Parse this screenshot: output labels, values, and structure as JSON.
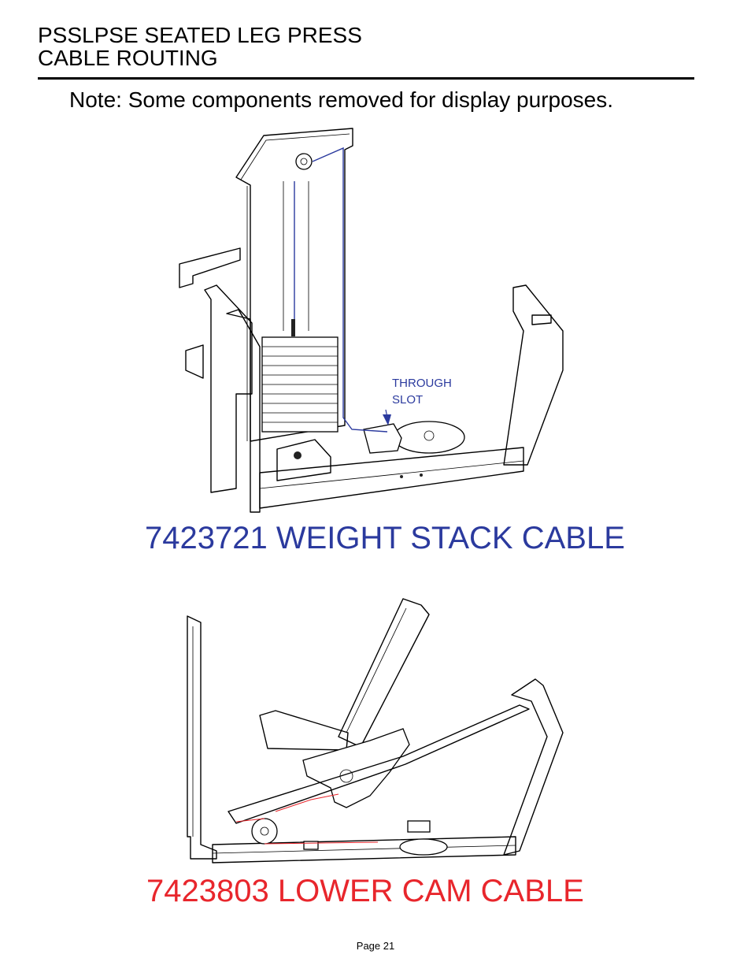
{
  "header": {
    "line1": "PSSLPSE SEATED LEG PRESS",
    "line2": "CABLE ROUTING"
  },
  "note": "Note: Some components removed for display purposes.",
  "figure1": {
    "callout_line1": "THROUGH",
    "callout_line2": "SLOT",
    "caption": "7423721 WEIGHT STACK CABLE",
    "cable_color": "#2b3a9e"
  },
  "figure2": {
    "caption": "7423803 LOWER CAM CABLE",
    "cable_color": "#e8262c"
  },
  "footer": {
    "page_label": "Page 21"
  }
}
